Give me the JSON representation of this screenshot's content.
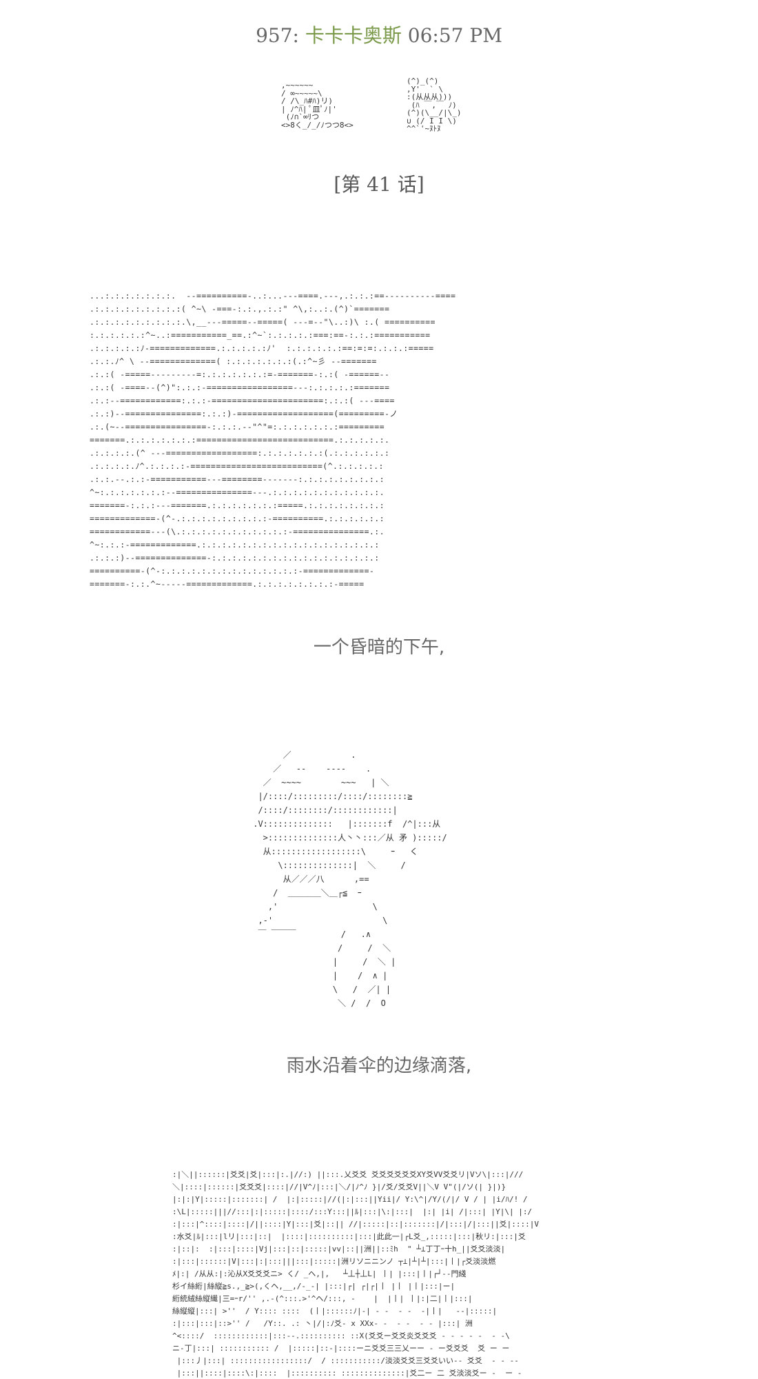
{
  "header": {
    "post_number": "957",
    "separator": ":",
    "author": "卡卡卡奥斯",
    "time": "06:57 PM"
  },
  "chapter": "[第 41 话]",
  "captions": [
    "一个昏暗的下午,",
    "雨水沿着伞的边缘滴落,"
  ],
  "art": {
    "chibi": ",~~~~~~\n/ ∞~~~~~\\\n/ /\\_ﾊ#ﾊ)リ)\n| ﾉ^ﾊ| ﾟ皿ﾟﾉ|'\n (ﾉ∩`∞ﾘつ\n<>8く_/_/ﾉつつ8<>",
    "chibi2": "(^)_(^)\n,Y'  ` \\\n:(从从从)))\n (ﾊ ￣,￣ ﾉ)\n(^)(\\__/|\\_)\n∪ (/ I I \\)\n^^`'~ﾇﾄﾇ",
    "landscape": "...:.:.:.:.:.:.:.  --==========-..:...---====.---,.:.:.:==----------====\n.:.:.:.:.:.:.:.:.:( ^~\\ -===-:.:.,.:.:\" ^\\,:..:.(^)`=======\n.:.:.:.:.:.:.:.:.:.\\,__---=====--=====( ---=--\"\\..:)\\ :.( ==========\n:.:.:.:.:.:^~..:===========_==.:^~`:.:.:.:.:===:==-:.:.:===========\n.:.:.:.:.:ﾉ-=============.:.:.:.:.:ﾉ'  :.:.:.:.:.:==:=:=:.:.:.:=====\n.:.:.ﾉ^ \\ --=============( :.:.:.:.:.:.:(.:^~彡 --=======\n.:.:( -=====---------=:.:.:.:.:.:.:=-=======-:.:( -======--\n.:.:( -====--(^)\":.:.:-=================---:.:.:.:.:=======\n.:.:--============:.:.:-======================:.:.:( ---====\n.:.:)--===============:.:.:)-===================(=========-ノ\n.:.(~--================-:.:.:.--\"^\"=:.:.:.:.:.:.:=========\n=======.:.:.:.:.:.:.:===========================.:.:.:.:.:.\n.:.:.:.:.(^ ---==================:.:.:.:.:.:.:(.:.:.:.:.:.:\n.:.:.:.:.ﾉ^.:.:.:.:-==========================(^.:.:.:.:.:\n.:.:.--.:.:-===========---========-------:.:.:.:.:.:.:.:.:\n^~:.:.:.:.:.:.:--===============---.:.:.:.:.:.:.:.:.:.:.:.\n=======-:.:.:---=======.:.:.:.:.:.:.:=====.:.:.:.:.:.:.:.:\n=============-(^-.:.:.:.:.:.:.:.:.:-==========.:.:.:.:.:.:\n============---(\\.:.:.:.:.:.:.:.:.:.:.:-===============.:.\n^~:.:.:-=============.:.:.:.:.:.:.:.:.:.:.:.:.:.:.:.:.:.:\n.:.:.:)--==============-:.:.:.:.:.:.:.:.:.:.:.:.:.:.:.:.:\n==========-(^-:.:.:.:.:.:.:.:.:.:.:.:.:.:-=============-\n=======-:.:.^~-----=============.:.:.:.:.:.:.:.:-=====",
    "umbrella": "       ／            .  \n     ／   --    ----    .    \n   ／  ~~~~        ~~~   | ＼\n  |/::::/:::::::::/::::/::::::::≧\n  /::::/::::::::/::::::::::::| \n .V::::::::::::::   |:::::::f  /^|:::从\n   >::::::::::::::人丶丶:::／从 矛 ):::::/\n   从::::::::::::::::::\\     ｰ   く\n      \\::::::::::::::|  ＼     /\n       从／／／八      ,==\n     /  ＿＿＿＿＼＿┌≦  ｰ\n    ,'                   \\\n  ,-'                      \\\n  ￣ ￣￣￣         /   .∧\n                  /     /  ＼\n                 |     /  ＼ |\n                 |    /  ∧ |\n                 \\   /  ／| |\n                  ＼ /  /  O",
    "bottom": ":|＼||::::::|爻爻|爻|:::|:.|//:) ||:::.乂爻爻 爻爻爻爻爻爻XY爻VV爻爻リ|Vソ\\|:::|///\n＼|::::|::::::|爻爻爻|::::|//|V^ﾉ|:::|＼/|ﾉ^ﾉ }|/爻/爻爻V||＼V V\"(|/ソ(| }|)}\n|:|:|Y|:::::|:::::::| /  |:|:::::|//(|:|:::||Yii|/ Y:\\^|/Y/(/|/ V / | |i/ﾊ/! /\n:\\L|:::::|||//:::|:|:::::|::::/:::Y:::||ﾙ|:::|\\:|:::|  |:| |i| /|:::| |Y|\\| |:/\n:|:::|^::::|::::|/||::::|Y|:::|爻|::|| //|:::::|::|:::::::|/|:::|/|:::||爻|::::|V\n:水爻|ﾙ|:::|lリ|:::|::|  |::::|::::::::::|:::|此此一|┌L爻_,:::::|:::|秋リ:|:::|爻\n:|::|:  :|:::|::::|Vj|:::|::|:::::|vv|::||洲||::ﾐh  \" ┴⊥丁丁ｰ十h_||爻爻淡淡|\n:|:::|::::::|V|:::|:|:::|||:::|:::::|洲リソニニンノ ┬⊥|┴|┴|:::|丨|┌爻淡淡燃\nﾒ|:| /从从:|:沁从X爻爻爻ニ> く/ _ヘ,|,   ┴丄┼丄L| 丨| |:::|丨|┌┘--門綫\n杉イ絲絎|絲縦≧s.,_≧>(,くヘ,__,/-_-| |:::|┌| ┌|┌|丨 |丨 |丨|:::|ー|\n絎統絨絲縦繊|三=ｰr/'' ,.-(^:::.>'^ヘ/:::, -    |  |丨| 丨|:|二|丨|:::|\n絲縦縦|:::| >''  / Y:::: ::::  (丨|::::::ﾉ|-| - -  - -  -|丨|   --|:::::|\n:|:::|:::|::>'' /   /Y::. .: 丶|/|:ﾉ爻- x XXx- -  - -  - - |:::| 洲\n^<::::/  ::::::::::::|:::--.:::::::::: ::X(爻爻ー爻爻炎爻爻爻 - - - - -  - -\\\nニ-丁|:::| ::::::::::: /  |:::::|::-|::::ーニ爻爻三三乂ーー - ー爻爻爻  爻 ー ー\n |:::丿|:::| :::::::::::::::::/  / :::::::::::/淡淡爻爻三爻爻いい-- 爻爻  - - --\n |:::||::::|::::\\:|::::  |:::::::::: ::::::::::::::|爻二ー 二 爻淡淡爻ー -  ー -"
  }
}
